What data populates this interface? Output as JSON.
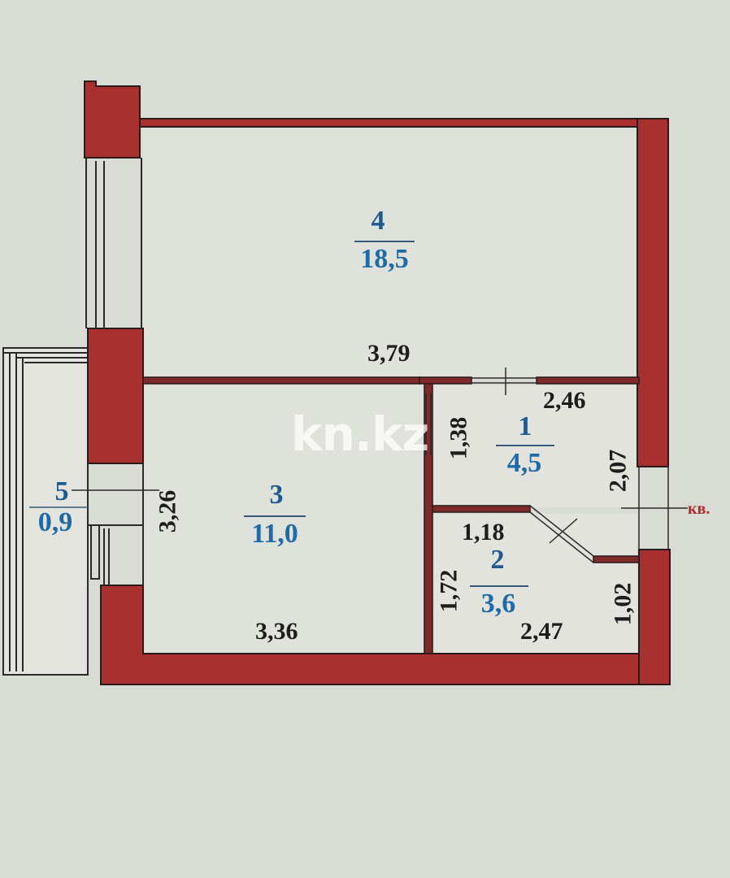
{
  "colors": {
    "background": "#d9dcd4",
    "wall_fill": "#a8302e",
    "wall_outline": "#2a1a1a",
    "partition": "#7e2a2a",
    "dimension_text": "#1d1d1d",
    "room_label": "#1f6aa8",
    "entry_marker": "#b22a2a"
  },
  "rooms": [
    {
      "number": "4",
      "area": "18,5"
    },
    {
      "number": "3",
      "area": "11,0"
    },
    {
      "number": "1",
      "area": "4,5"
    },
    {
      "number": "2",
      "area": "3,6"
    },
    {
      "number": "5",
      "area": "0,9"
    }
  ],
  "dimensions": {
    "room4_width": "3,79",
    "room1_width": "2,46",
    "room1_wall": "1,38",
    "room1_height": "2,07",
    "room3_height": "3,26",
    "room3_width": "3,36",
    "room2_top": "1,18",
    "room2_left": "1,72",
    "room2_width": "2,47",
    "room2_right": "1,02"
  },
  "entry_label": "кв.",
  "watermark": "kn.kz"
}
